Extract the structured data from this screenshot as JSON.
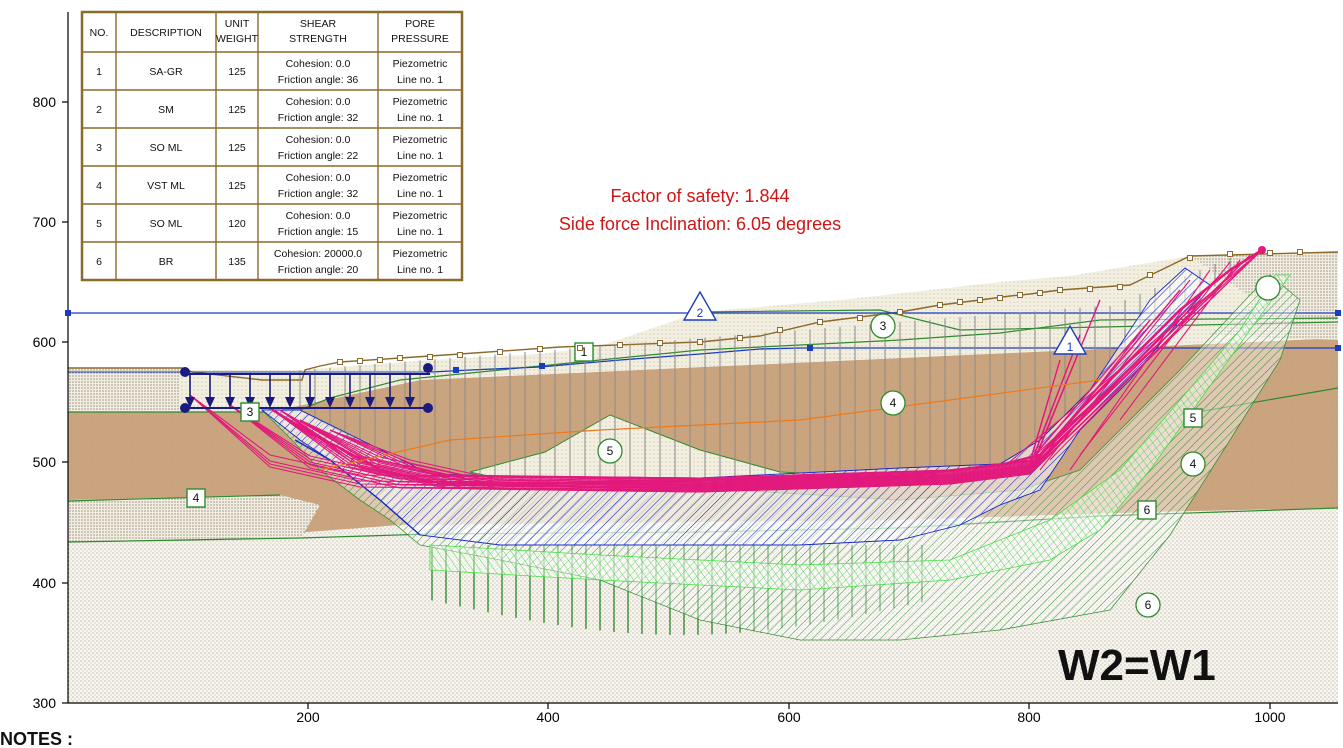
{
  "axes": {
    "y_ticks": [
      "800",
      "700",
      "600",
      "500",
      "400",
      "300"
    ],
    "x_ticks": [
      "200",
      "400",
      "600",
      "800",
      "1000"
    ]
  },
  "table": {
    "headers": [
      [
        "NO."
      ],
      [
        "DESCRIPTION"
      ],
      [
        "UNIT",
        "WEIGHT"
      ],
      [
        "SHEAR",
        "STRENGTH"
      ],
      [
        "PORE",
        "PRESSURE"
      ]
    ],
    "rows": [
      {
        "no": "1",
        "desc": "SA-GR",
        "weight": "125",
        "s1": "Cohesion: 0.0",
        "s2": "Friction angle: 36",
        "p1": "Piezometric",
        "p2": "Line no. 1"
      },
      {
        "no": "2",
        "desc": "SM",
        "weight": "125",
        "s1": "Cohesion: 0.0",
        "s2": "Friction angle: 32",
        "p1": "Piezometric",
        "p2": "Line no. 1"
      },
      {
        "no": "3",
        "desc": "SO ML",
        "weight": "125",
        "s1": "Cohesion: 0.0",
        "s2": "Friction angle: 22",
        "p1": "Piezometric",
        "p2": "Line no. 1"
      },
      {
        "no": "4",
        "desc": "VST ML",
        "weight": "125",
        "s1": "Cohesion: 0.0",
        "s2": "Friction angle: 32",
        "p1": "Piezometric",
        "p2": "Line no. 1"
      },
      {
        "no": "5",
        "desc": "SO ML",
        "weight": "120",
        "s1": "Cohesion: 0.0",
        "s2": "Friction angle: 15",
        "p1": "Piezometric",
        "p2": "Line no. 1"
      },
      {
        "no": "6",
        "desc": "BR",
        "weight": "135",
        "s1": "Cohesion: 20000.0",
        "s2": "Friction angle: 20",
        "p1": "Piezometric",
        "p2": "Line no. 1"
      }
    ]
  },
  "results": {
    "factor_of_safety": "Factor of safety: 1.844",
    "side_force": "Side force Inclination: 6.05 degrees"
  },
  "case_label": "W2=W1",
  "notes_label": "NOTES :",
  "markers": {
    "triangles": [
      "2",
      "1"
    ],
    "squares": [
      "1",
      "3",
      "4",
      "5",
      "6"
    ],
    "circles": [
      "3",
      "4",
      "5",
      "4",
      "6"
    ]
  },
  "colors": {
    "sand": "#c9a47f",
    "light_zone": "#f3efe0",
    "slip_red": "#e2197c",
    "slice_blue": "#1628c8",
    "green_dark": "#2e8b2e",
    "green_light": "#35e035",
    "piezo": "#1a3cc0",
    "surface": "#8b6a2a",
    "fos_red": "#d01515"
  }
}
